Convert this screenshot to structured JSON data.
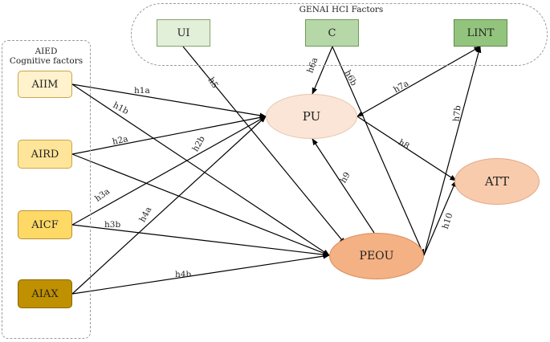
{
  "groups": {
    "aied_title": "AIED\nCognitive factors",
    "genai_title": "GENAI HCI Factors"
  },
  "nodes": {
    "UI": {
      "label": "UI",
      "fill": "#e2efd9",
      "border": "#82a36a"
    },
    "C": {
      "label": "C",
      "fill": "#b6d7a8",
      "border": "#6f9a58"
    },
    "LINT": {
      "label": "LINT",
      "fill": "#93c47d",
      "border": "#5f8a49"
    },
    "AIIM": {
      "label": "AIIM",
      "fill": "#fff2cc",
      "border": "#c9a64a"
    },
    "AIRD": {
      "label": "AIRD",
      "fill": "#ffe599",
      "border": "#c9a64a"
    },
    "AICF": {
      "label": "AICF",
      "fill": "#ffd966",
      "border": "#b8922e"
    },
    "AIAX": {
      "label": "AIAX",
      "fill": "#bf9000",
      "border": "#8a6700"
    },
    "PU": {
      "label": "PU",
      "fill": "#fbe5d6",
      "border": "#e6c3ad"
    },
    "ATT": {
      "label": "ATT",
      "fill": "#f8cbad",
      "border": "#e0a886"
    },
    "PEOU": {
      "label": "PEOU",
      "fill": "#f4b183",
      "border": "#d98c59"
    }
  },
  "edges": [
    {
      "id": "h1a",
      "label": "h1a",
      "from": "AIIM",
      "to": "PU"
    },
    {
      "id": "h1b",
      "label": "h1b",
      "from": "AIIM",
      "to": "PEOU"
    },
    {
      "id": "h2a",
      "label": "h2a",
      "from": "AIRD",
      "to": "PU"
    },
    {
      "id": "h2b",
      "label": "h2b",
      "from": "AIRD",
      "to": "PEOU"
    },
    {
      "id": "h3a",
      "label": "h3a",
      "from": "AICF",
      "to": "PU"
    },
    {
      "id": "h3b",
      "label": "h3b",
      "from": "AICF",
      "to": "PEOU"
    },
    {
      "id": "h4a",
      "label": "h4a",
      "from": "AIAX",
      "to": "PU"
    },
    {
      "id": "h4b",
      "label": "h4b",
      "from": "AIAX",
      "to": "PEOU"
    },
    {
      "id": "h5",
      "label": "h5",
      "from": "UI",
      "to": "PEOU"
    },
    {
      "id": "h6a",
      "label": "h6a",
      "from": "C",
      "to": "PU"
    },
    {
      "id": "h6b",
      "label": "h6b",
      "from": "C",
      "to": "PEOU"
    },
    {
      "id": "h7a",
      "label": "h7a",
      "from": "LINT",
      "to": "PU",
      "bidirectional": true
    },
    {
      "id": "h7b",
      "label": "h7b",
      "from": "PEOU",
      "to": "LINT"
    },
    {
      "id": "h8",
      "label": "h8",
      "from": "PU",
      "to": "ATT"
    },
    {
      "id": "h9",
      "label": "h9",
      "from": "PEOU",
      "to": "PU"
    },
    {
      "id": "h10",
      "label": "h10",
      "from": "PEOU",
      "to": "ATT"
    }
  ]
}
